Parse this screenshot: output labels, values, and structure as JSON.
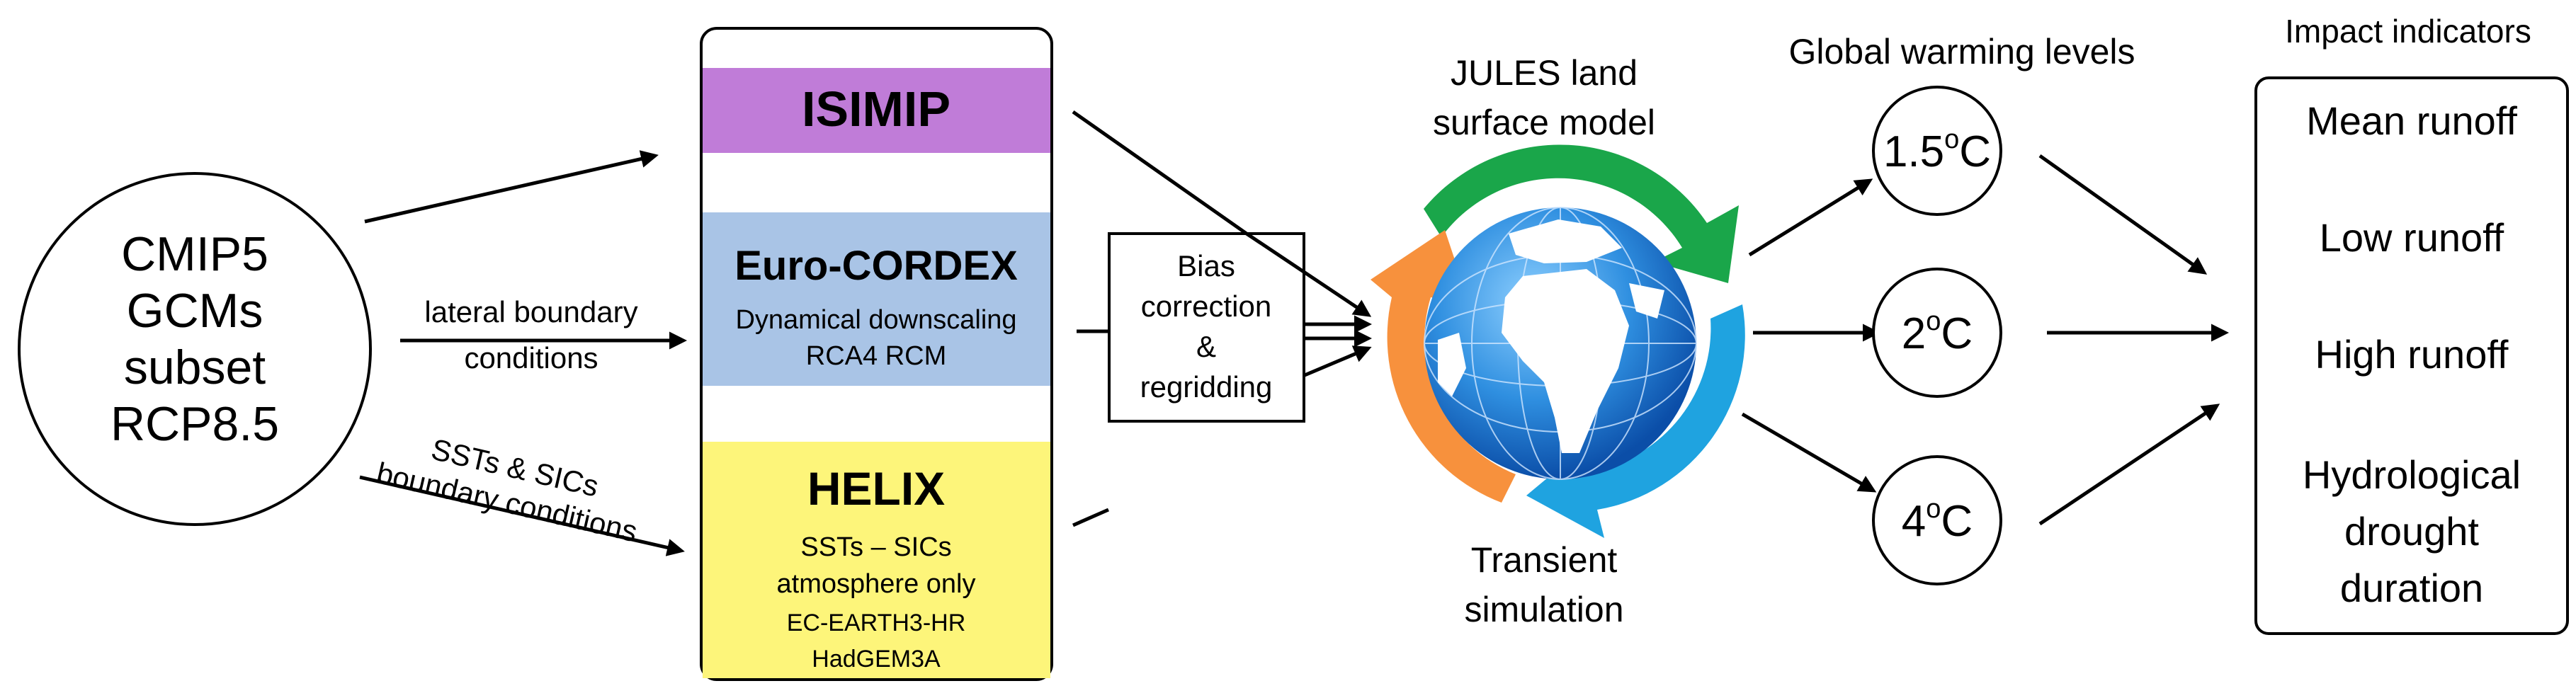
{
  "cmip5": {
    "lines": [
      "CMIP5",
      "GCMs",
      "subset",
      "RCP8.5"
    ]
  },
  "lateral": {
    "lines": [
      "lateral boundary",
      "conditions"
    ]
  },
  "ssts": {
    "lines": [
      "SSTs & SICs",
      "boundary conditions"
    ]
  },
  "isimip": {
    "title": "ISIMIP",
    "color": "#c07cd8"
  },
  "cordex": {
    "title": "Euro-CORDEX",
    "lines": [
      "Dynamical downscaling",
      "RCA4 RCM"
    ],
    "color": "#a9c4e6"
  },
  "helix": {
    "title": "HELIX",
    "lines": [
      "SSTs – SICs",
      "atmosphere only"
    ],
    "models": [
      "EC-EARTH3-HR",
      "HadGEM3A"
    ],
    "color": "#fdf57a"
  },
  "bias": {
    "lines": [
      "Bias",
      "correction",
      "&",
      "regridding"
    ]
  },
  "jules": {
    "lines": [
      "JULES land",
      "surface model"
    ]
  },
  "transient": {
    "lines": [
      "Transient",
      "simulation"
    ]
  },
  "gwl": {
    "title": "Global warming levels",
    "levels": [
      {
        "num": "1.5",
        "sup": "o",
        "unit": "C"
      },
      {
        "num": "2",
        "sup": "o",
        "unit": "C"
      },
      {
        "num": "4",
        "sup": "o",
        "unit": "C"
      }
    ]
  },
  "impact": {
    "title": "Impact indicators",
    "items": [
      "Mean runoff",
      "Low runoff",
      "High runoff"
    ],
    "multi": [
      "Hydrological",
      "drought",
      "duration"
    ]
  },
  "colors": {
    "arrow_green": "#1aa64a",
    "arrow_cyan": "#1fa3e0",
    "arrow_orange": "#f7913d",
    "globe_ocean": "#2f8fe0",
    "globe_land": "#ffffff"
  }
}
